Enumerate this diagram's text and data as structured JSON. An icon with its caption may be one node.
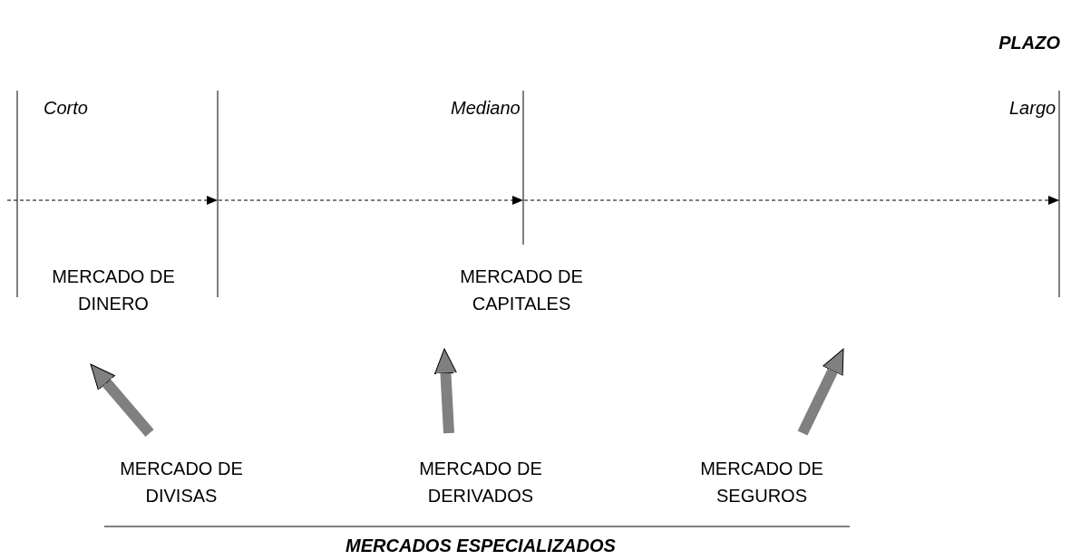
{
  "diagram": {
    "nodes": [
      {
        "text": [
          "MERCADO DE DINERO"
        ]
      },
      {
        "text": [
          "MERCADO DE CAPITALES"
        ]
      },
      {
        "text": [
          "MERCADO DE DIVISAS"
        ]
      },
      {
        "text": [
          "MERCADO DE DERIVADOS"
        ]
      },
      {
        "text": [
          "MERCADO DE SEGUROS"
        ]
      }
    ],
    "edges": [
      {
        "from": 2,
        "to": 0,
        "arrow": "to"
      },
      {
        "from": 3,
        "to": 1,
        "arrow": "to"
      },
      {
        "from": 4,
        "to": null,
        "arrow": "to"
      }
    ],
    "labels": [
      "PLAZO",
      "Corto",
      "Mediano",
      "Largo",
      "MERCADOS ESPECIALIZADOS"
    ]
  }
}
